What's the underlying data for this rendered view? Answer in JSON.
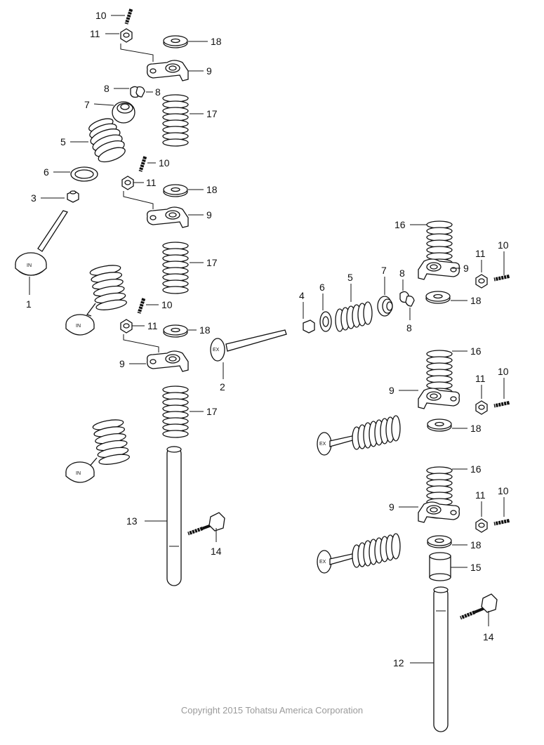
{
  "diagram": {
    "copyright": "Copyright 2015 Tohatsu America Corporation",
    "valve_face_labels": {
      "intake": "IN",
      "exhaust": "EX"
    },
    "callouts": {
      "c10a": "10",
      "c11a": "11",
      "c18a": "18",
      "c9a": "9",
      "c8a": "8",
      "c8b": "8",
      "c7a": "7",
      "c17a": "17",
      "c5a": "5",
      "c10b": "10",
      "c6a": "6",
      "c11b": "11",
      "c18b": "18",
      "c3a": "3",
      "c9b": "9",
      "c1": "1",
      "c17b": "17",
      "c10c": "10",
      "c11c": "11",
      "c18c": "18",
      "c9c": "9",
      "c17c": "17",
      "c13": "13",
      "c14a": "14",
      "c2": "2",
      "c16a": "16",
      "c11d": "11",
      "c10d": "10",
      "c9d": "9",
      "c4": "4",
      "c6b": "6",
      "c5b": "5",
      "c7b": "7",
      "c8c": "8",
      "c8d": "8",
      "c18d": "18",
      "c16b": "16",
      "c9e": "9",
      "c11e": "11",
      "c10e": "10",
      "c18e": "18",
      "c16c": "16",
      "c9f": "9",
      "c11f": "11",
      "c10f": "10",
      "c18f": "18",
      "c15": "15",
      "c14b": "14",
      "c12": "12"
    }
  }
}
